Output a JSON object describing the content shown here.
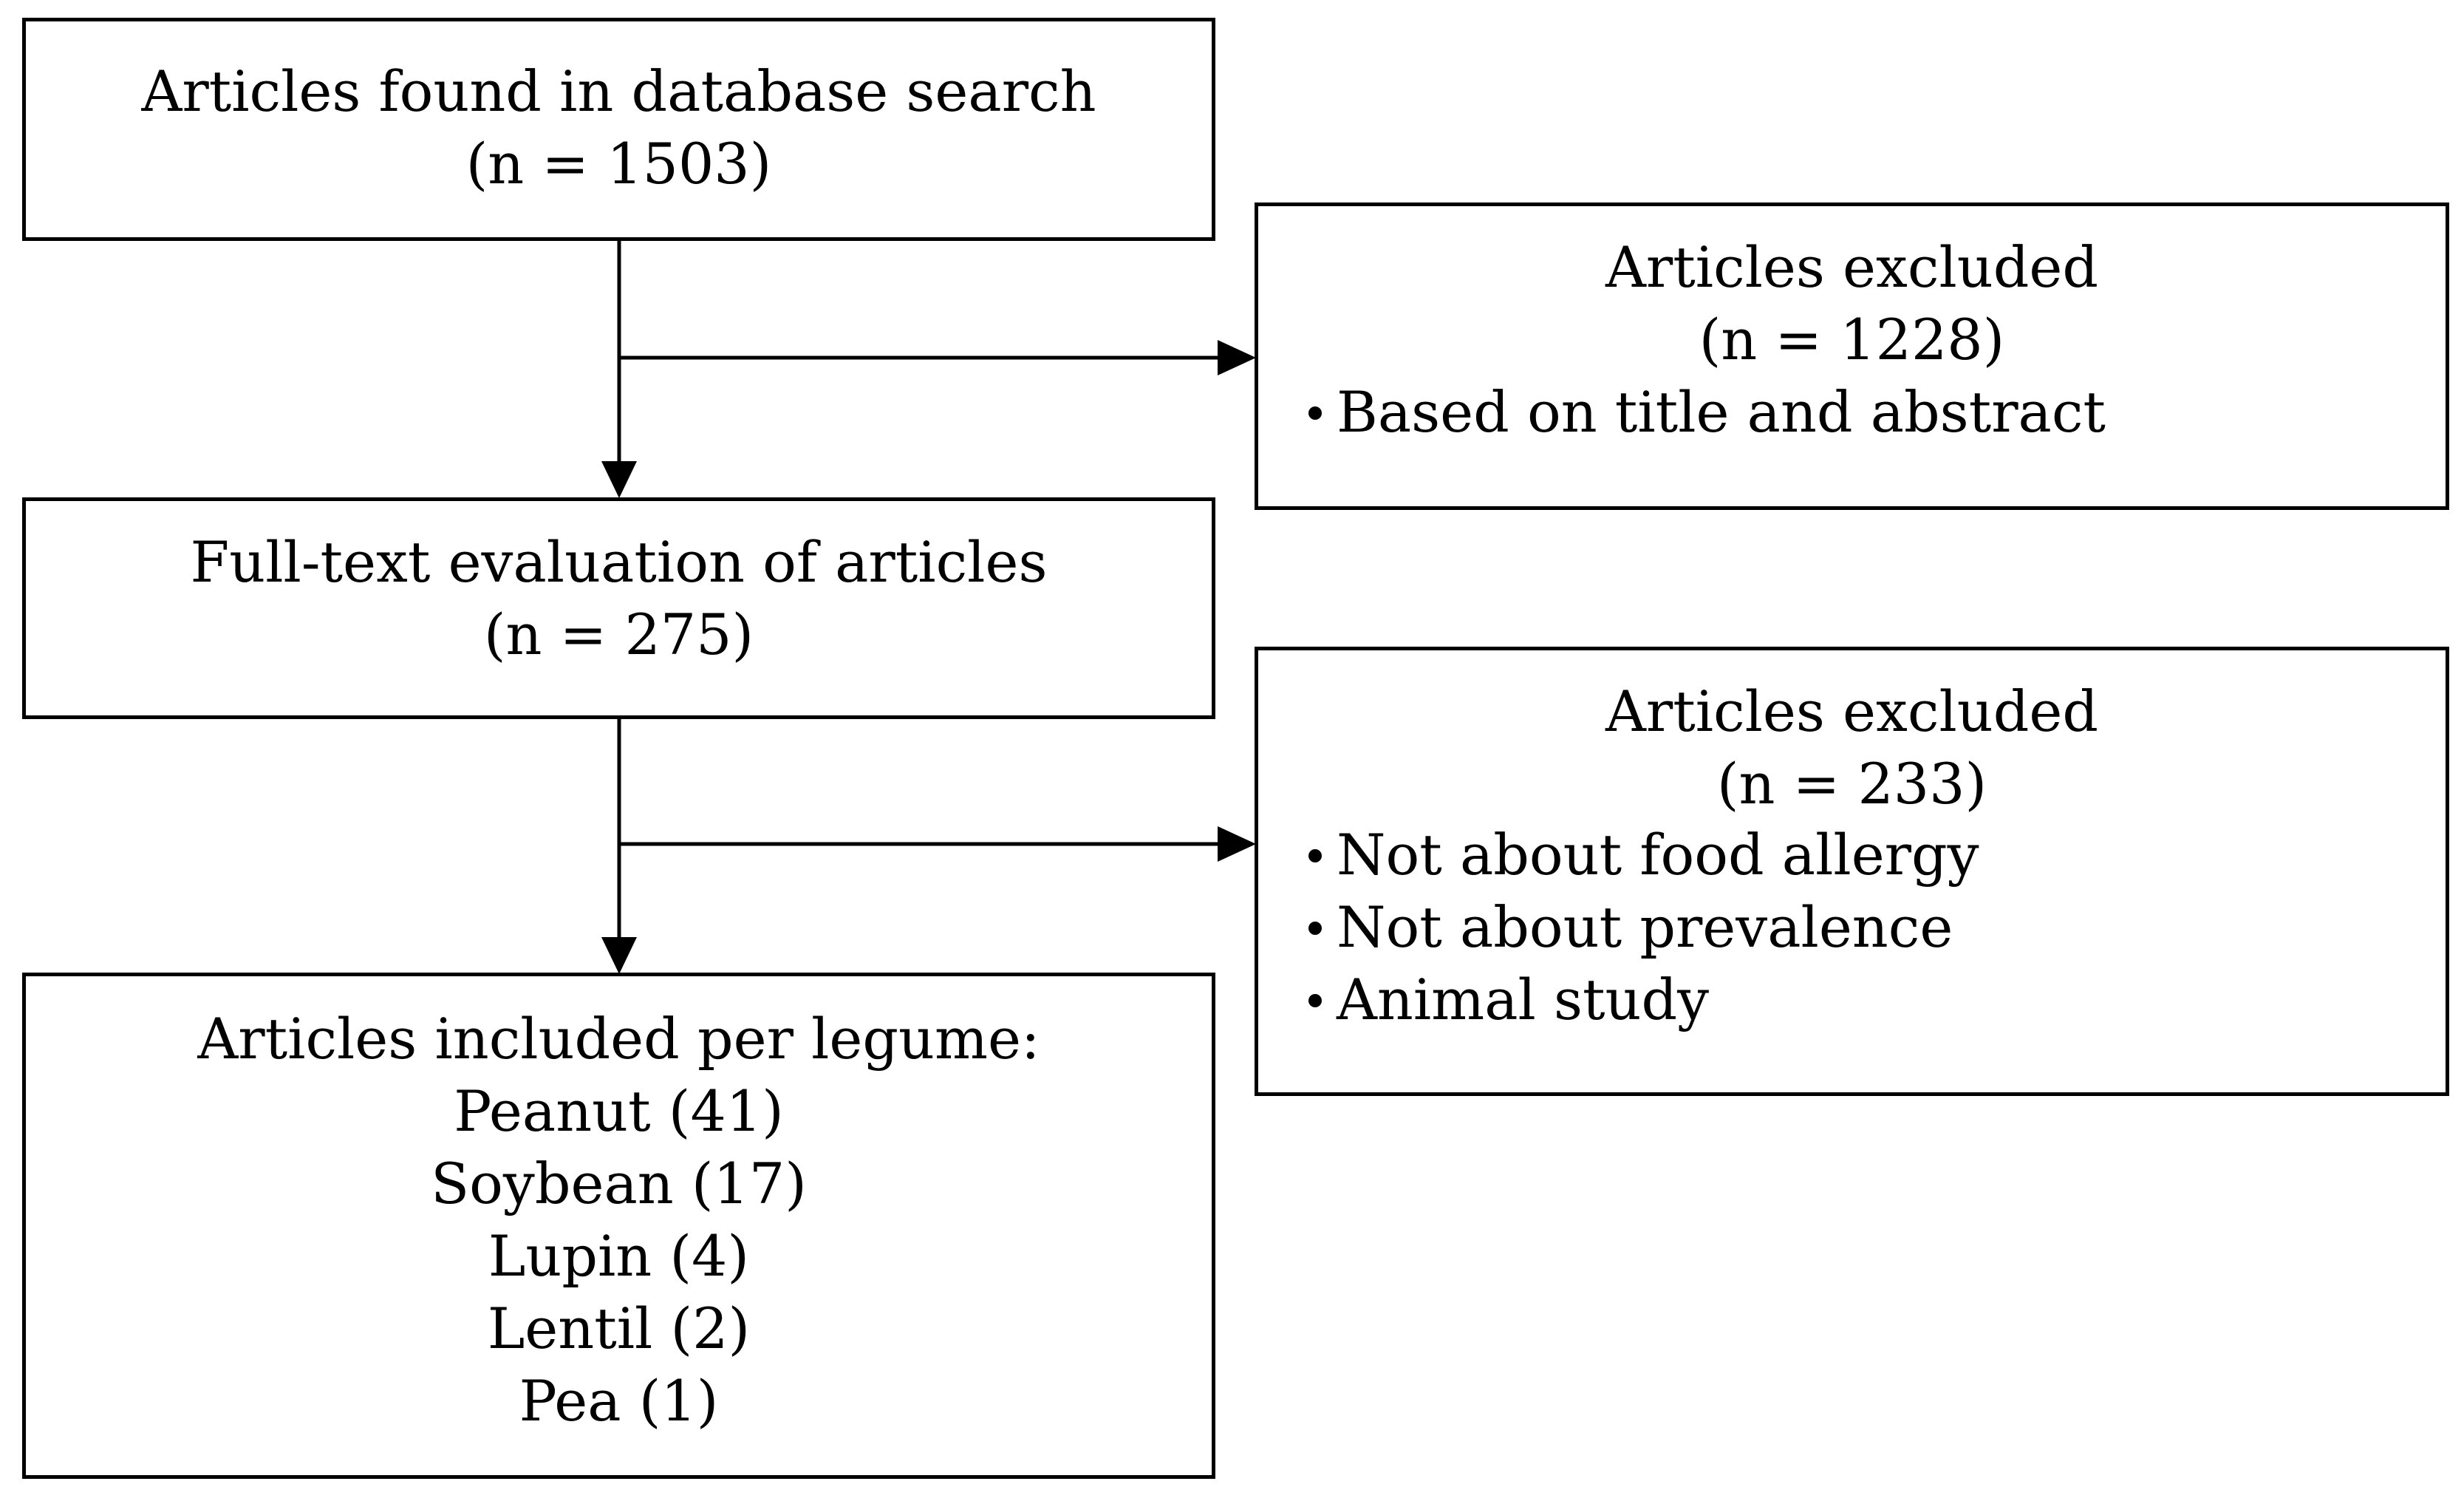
{
  "boxes": {
    "search": {
      "line1": "Articles found in database search",
      "line2": "(n = 1503)"
    },
    "excluded1": {
      "line1": "Articles excluded",
      "line2": "(n = 1228)",
      "bullets": [
        "Based on title and abstract"
      ]
    },
    "fulltext": {
      "line1": "Full-text evaluation of articles",
      "line2": "(n = 275)"
    },
    "excluded2": {
      "line1": "Articles excluded",
      "line2": "(n = 233)",
      "bullets": [
        "Not about food allergy",
        "Not about prevalence",
        "Animal study"
      ]
    },
    "included": {
      "heading": "Articles included per legume:",
      "items": [
        "Peanut (41)",
        "Soybean (17)",
        "Lupin (4)",
        "Lentil (2)",
        "Pea (1)"
      ]
    }
  }
}
